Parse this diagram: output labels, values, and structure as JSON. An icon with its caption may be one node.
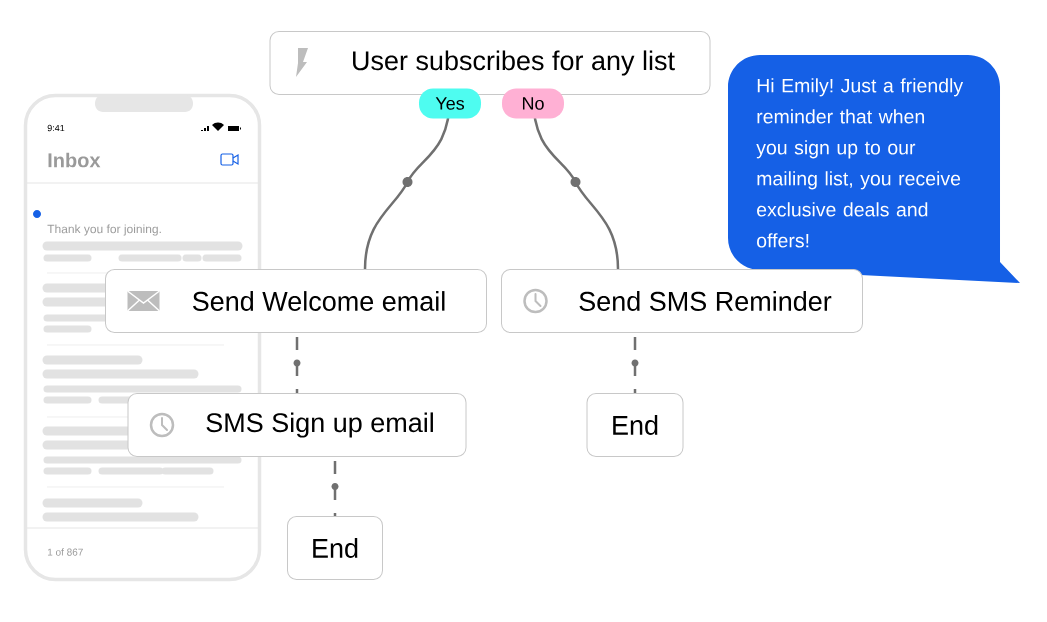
{
  "diagram": {
    "nodes": [
      {
        "text": [
          "9:41",
          "Inbox",
          "Thank you for joining.",
          "1 of 867"
        ]
      },
      {
        "text": [
          "User subscribes for any list"
        ]
      },
      {
        "text": [
          "Hi Emily! Just a friendly reminder that when you sign up to our mailing list, you receive exclusive deals and offers!"
        ]
      },
      {
        "text": [
          "Send Welcome email"
        ]
      },
      {
        "text": [
          "Send SMS Reminder"
        ]
      },
      {
        "text": [
          "SMS Sign up email"
        ]
      },
      {
        "text": [
          "End"
        ]
      },
      {
        "text": [
          "End"
        ]
      }
    ],
    "edges": [
      {
        "from": 1,
        "to": 3,
        "arrow": "none",
        "label": "Yes"
      },
      {
        "from": 1,
        "to": 4,
        "arrow": "none",
        "label": "No"
      },
      {
        "from": 3,
        "to": 5,
        "arrow": "none",
        "style": "dashed"
      },
      {
        "from": 4,
        "to": 6,
        "arrow": "none",
        "style": "dashed"
      },
      {
        "from": 5,
        "to": 7,
        "arrow": "none",
        "style": "dashed"
      }
    ]
  }
}
